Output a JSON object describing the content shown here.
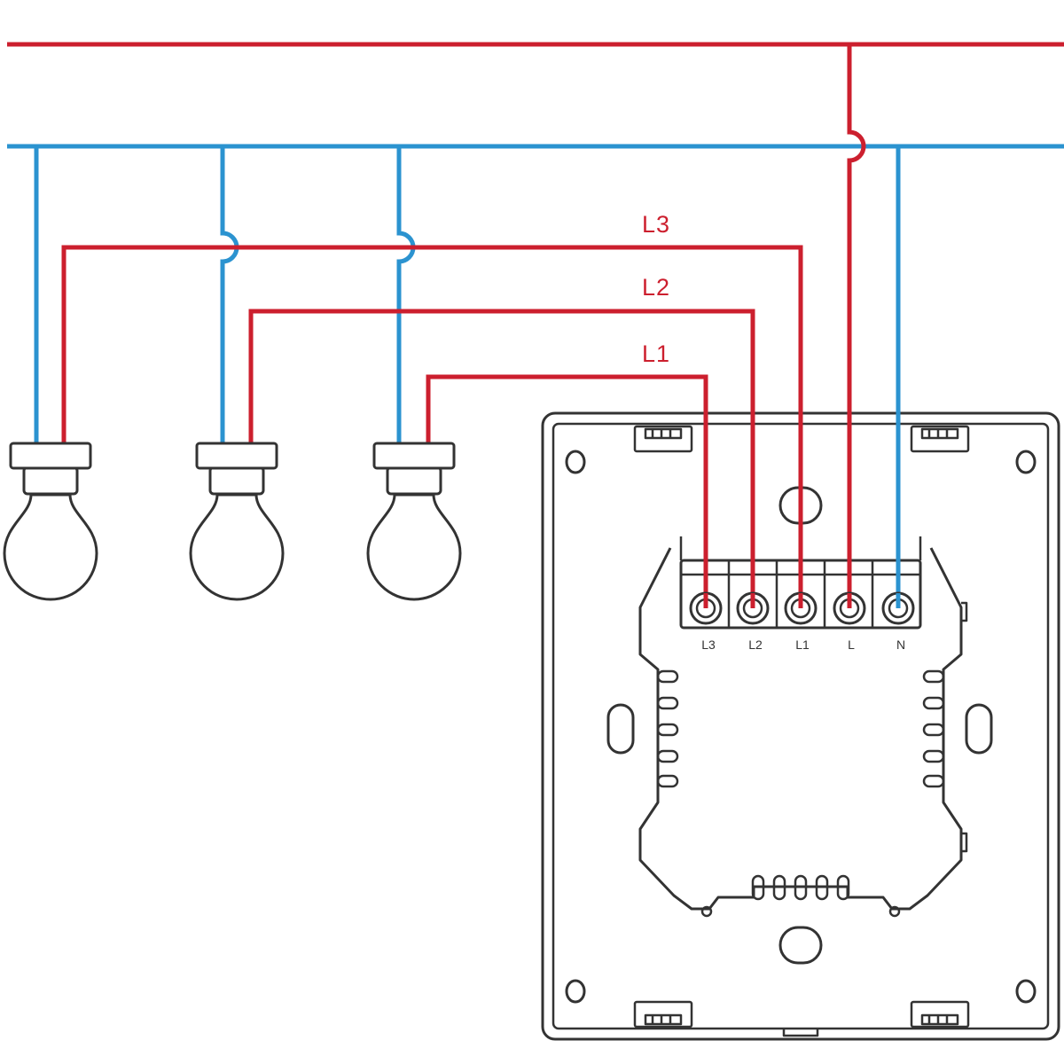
{
  "colors": {
    "live": "#cc1f2e",
    "neutral": "#2b93d0",
    "outline": "#333333",
    "background": "#ffffff"
  },
  "wire_labels": {
    "l3": "L3",
    "l2": "L2",
    "l1": "L1"
  },
  "switch": {
    "terminals": [
      {
        "id": "l3",
        "label": "L3"
      },
      {
        "id": "l2",
        "label": "L2"
      },
      {
        "id": "l1",
        "label": "L1"
      },
      {
        "id": "l",
        "label": "L"
      },
      {
        "id": "n",
        "label": "N"
      }
    ]
  },
  "lamps": [
    {
      "id": "lamp-1"
    },
    {
      "id": "lamp-2"
    },
    {
      "id": "lamp-3"
    }
  ],
  "icons": [
    "light-bulb-icon",
    "wall-switch-icon",
    "screw-terminal-icon",
    "mounting-hole-icon"
  ]
}
